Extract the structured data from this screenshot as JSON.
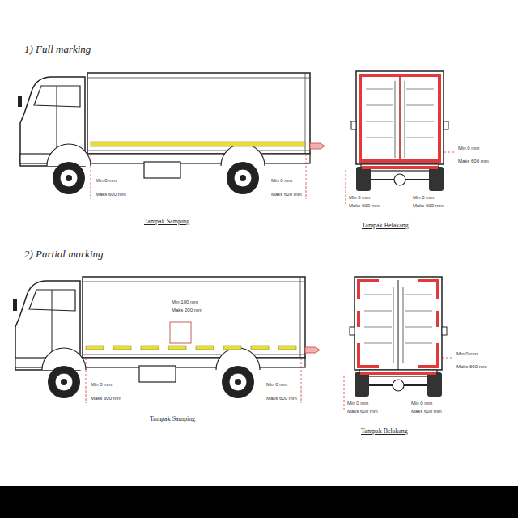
{
  "diagram": {
    "labels": [
      "1) Full marking",
      "Min 0 mm",
      "Maks 600 mm",
      "Min 0 mm",
      "Maks 600 mm",
      "Tampak Samping",
      "Min 0 mm",
      "Maks 600 mm",
      "Min 0 mm",
      "Maks 600 mm",
      "Min 0 mm",
      "Maks 600 mm",
      "Tampak Belakang",
      "2) Partial marking",
      "Min 100 mm",
      "Maks 200 mm",
      "Min 0 mm",
      "Maks 600 mm",
      "Min 0 mm",
      "Maks 600 mm",
      "Tampak Samping",
      "Min 0 mm",
      "Maks 600 mm",
      "Min 0 mm",
      "Maks 600 mm",
      "Min 0 mm",
      "Maks 600 mm",
      "Tampak Belakang"
    ]
  }
}
